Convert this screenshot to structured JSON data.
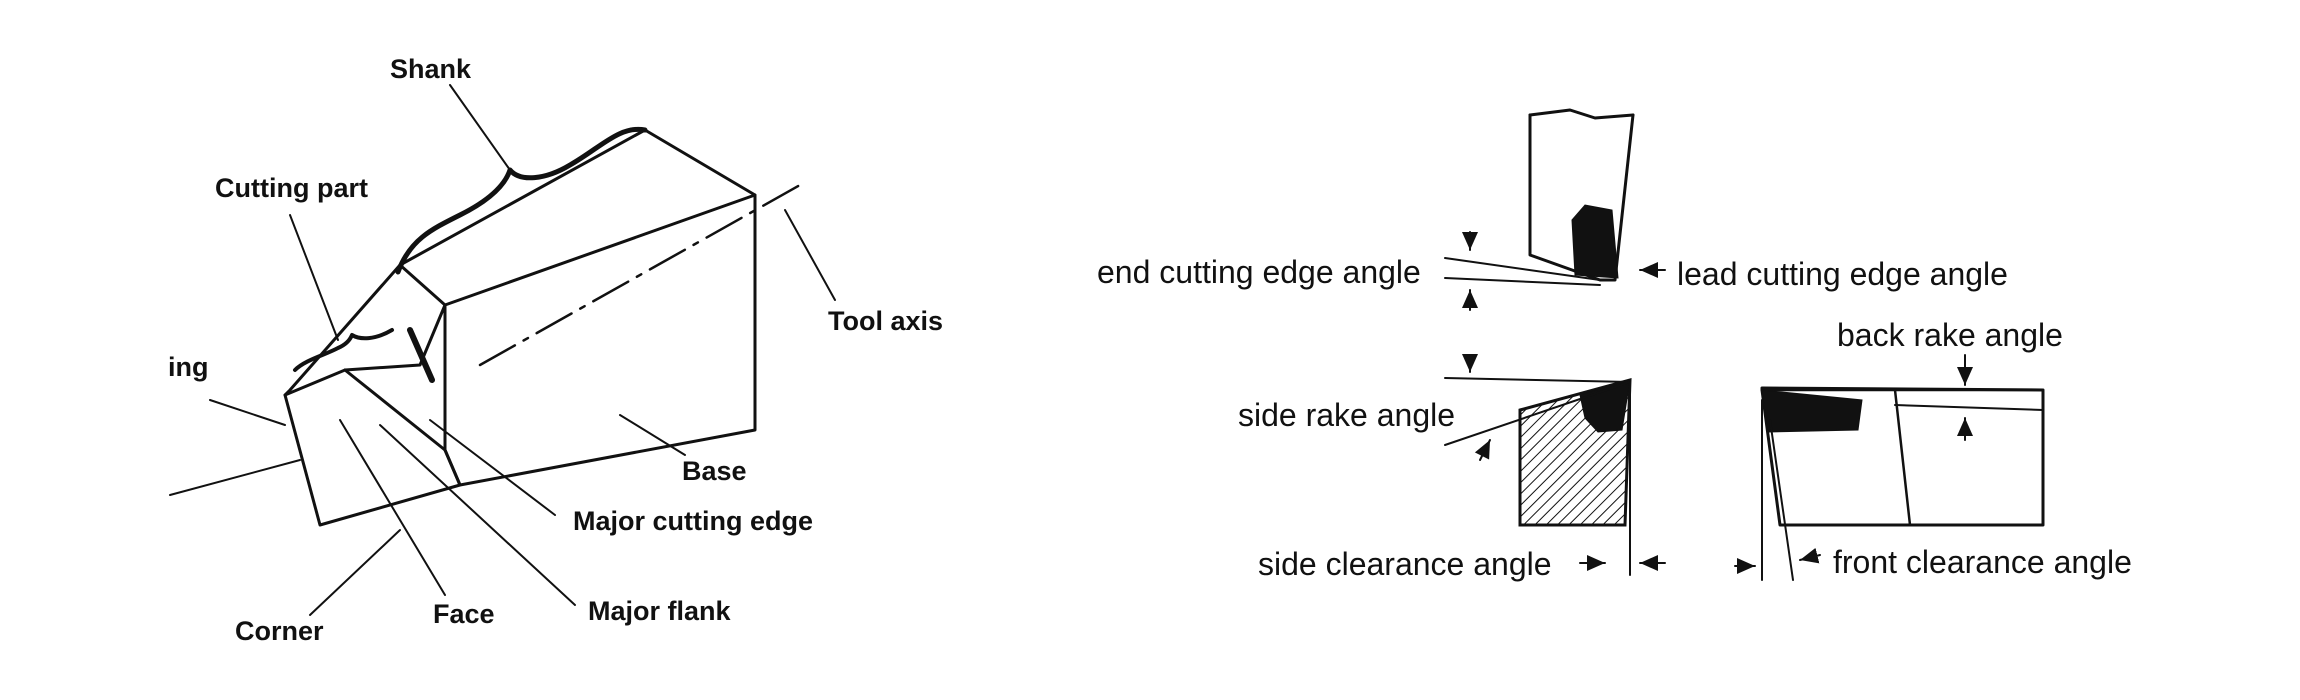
{
  "left_diagram": {
    "labels": {
      "shank": "Shank",
      "cutting_part": "Cutting part",
      "ing_partial": "ing",
      "tool_axis": "Tool axis",
      "base": "Base",
      "major_cutting_edge": "Major cutting edge",
      "major_flank": "Major flank",
      "face": "Face",
      "corner": "Corner"
    }
  },
  "right_diagram": {
    "labels": {
      "end_cutting_edge_angle": "end cutting edge angle",
      "lead_cutting_edge_angle": "lead cutting edge angle",
      "back_rake_angle": "back rake angle",
      "side_rake_angle": "side rake angle",
      "side_clearance_angle": "side clearance angle",
      "front_clearance_angle": "front clearance angle"
    }
  },
  "colors": {
    "ink": "#111111",
    "background": "#ffffff",
    "insert": "#111111"
  }
}
